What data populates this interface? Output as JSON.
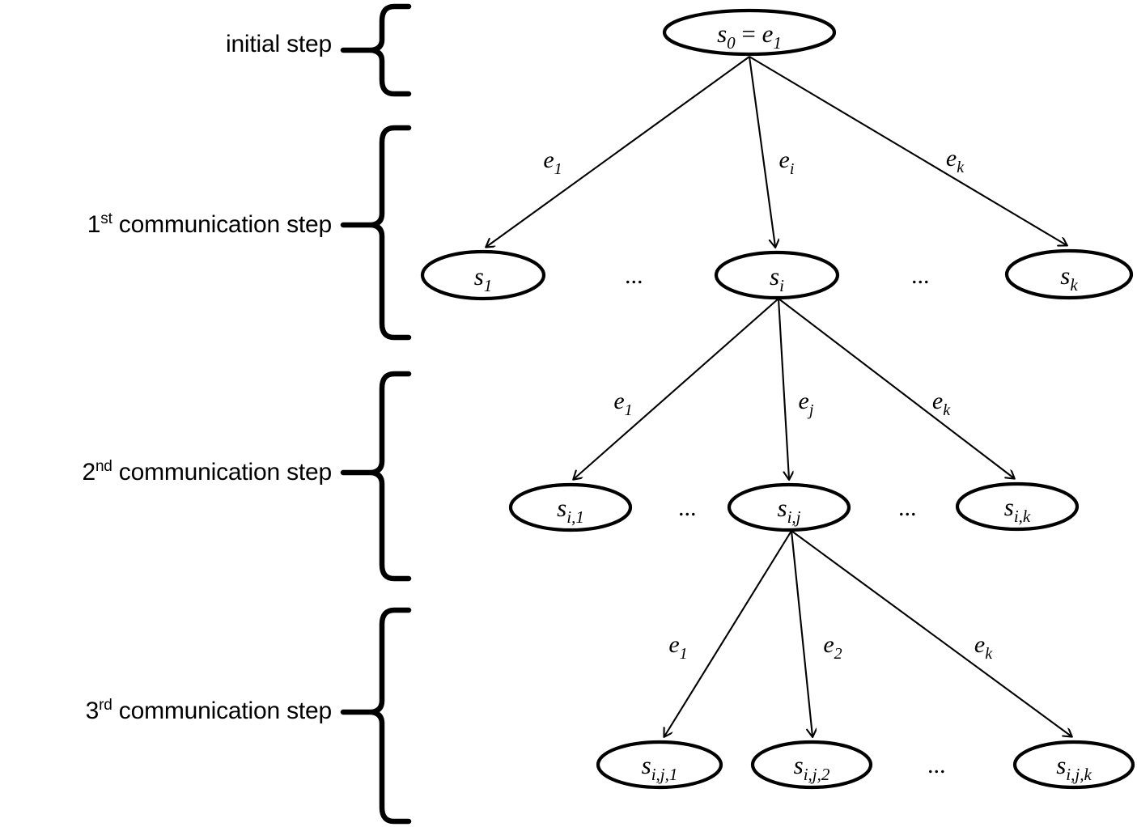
{
  "diagram": {
    "title": "communication step tree",
    "background_color": "#ffffff",
    "stroke_color": "#000000",
    "steps": [
      {
        "id": "initial",
        "label_prefix": "initial step",
        "ordinal": "",
        "label_rest": ""
      },
      {
        "id": "comm1",
        "label_prefix": "1",
        "ordinal": "st",
        "label_rest": " communication step"
      },
      {
        "id": "comm2",
        "label_prefix": "2",
        "ordinal": "nd",
        "label_rest": " communication step"
      },
      {
        "id": "comm3",
        "label_prefix": "3",
        "ordinal": "rd",
        "label_rest": " communication step"
      }
    ],
    "nodes": {
      "root": {
        "base": "s",
        "sub": "0",
        "op": " = ",
        "base2": "e",
        "sub2": "1",
        "full": "s0 = e1"
      },
      "row1": [
        {
          "base": "s",
          "sub": "1",
          "full": "s1"
        },
        {
          "base": "s",
          "sub": "i",
          "full": "si"
        },
        {
          "base": "s",
          "sub": "k",
          "full": "sk"
        }
      ],
      "row2": [
        {
          "base": "s",
          "sub": "i,1",
          "full": "si,1"
        },
        {
          "base": "s",
          "sub": "i,j",
          "full": "si,j"
        },
        {
          "base": "s",
          "sub": "i,k",
          "full": "si,k"
        }
      ],
      "row3": [
        {
          "base": "s",
          "sub": "i,j,1",
          "full": "si,j,1"
        },
        {
          "base": "s",
          "sub": "i,j,2",
          "full": "si,j,2"
        },
        {
          "base": "s",
          "sub": "i,j,k",
          "full": "si,j,k"
        }
      ]
    },
    "edge_labels": {
      "level1": [
        {
          "base": "e",
          "sub": "1",
          "full": "e1"
        },
        {
          "base": "e",
          "sub": "i",
          "full": "ei"
        },
        {
          "base": "e",
          "sub": "k",
          "full": "ek"
        }
      ],
      "level2": [
        {
          "base": "e",
          "sub": "1",
          "full": "e1"
        },
        {
          "base": "e",
          "sub": "j",
          "full": "ej"
        },
        {
          "base": "e",
          "sub": "k",
          "full": "ek"
        }
      ],
      "level3": [
        {
          "base": "e",
          "sub": "1",
          "full": "e1"
        },
        {
          "base": "e",
          "sub": "2",
          "full": "e2"
        },
        {
          "base": "e",
          "sub": "k",
          "full": "ek"
        }
      ]
    },
    "ellipses_marks": [
      {
        "id": "row1-left",
        "text": "..."
      },
      {
        "id": "row1-right",
        "text": "..."
      },
      {
        "id": "row2-left",
        "text": "..."
      },
      {
        "id": "row2-right",
        "text": "..."
      },
      {
        "id": "row3-right",
        "text": "..."
      }
    ]
  }
}
